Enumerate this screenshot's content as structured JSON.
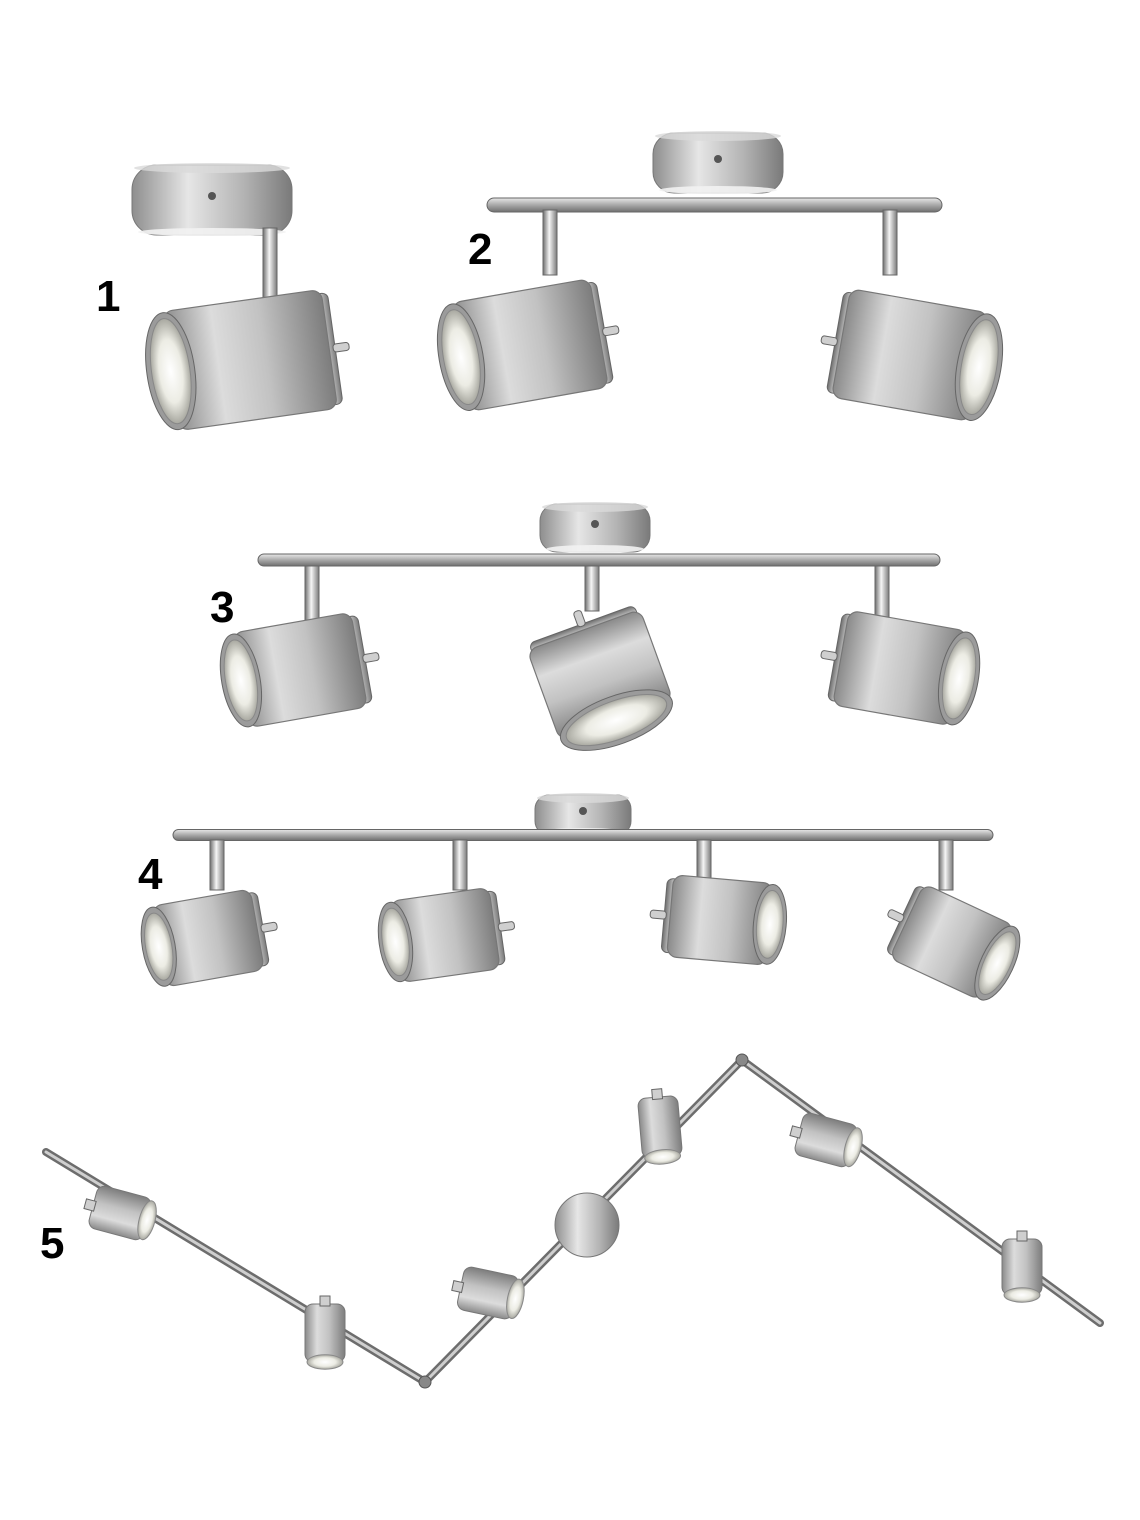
{
  "figure": {
    "variants": [
      {
        "label": "1",
        "spots": 1
      },
      {
        "label": "2",
        "spots": 2
      },
      {
        "label": "3",
        "spots": 3
      },
      {
        "label": "4",
        "spots": 4
      },
      {
        "label": "5",
        "spots": 6
      }
    ]
  },
  "colors": {
    "nickel_light": "#e4e4e4",
    "nickel_mid": "#b8b8b8",
    "nickel_dark": "#7c7c7c",
    "chrome": "#d0d0d0",
    "bulb_glass": "#f4f4ee",
    "label": "#000000"
  }
}
